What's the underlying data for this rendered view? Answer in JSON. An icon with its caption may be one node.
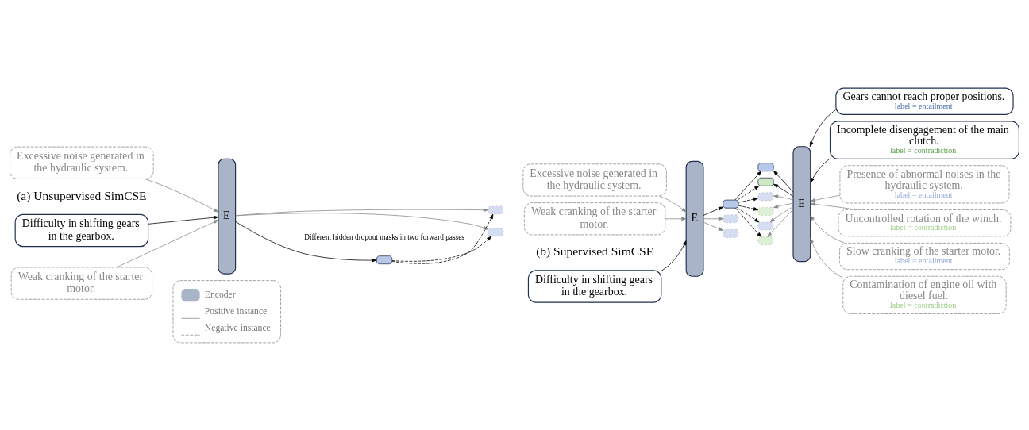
{
  "diagram": {
    "nodes": [
      {
        "text": [
          "Difficulty in shifting gears in the gearbox."
        ]
      },
      {
        "text": [
          "Excessive noise generated in the hydraulic system."
        ]
      },
      {
        "text": [
          "Weak cranking of the starter motor."
        ]
      },
      {
        "text": [
          "E"
        ]
      },
      {
        "text": [],
        "shape": "box"
      },
      {
        "text": [],
        "shape": "box"
      },
      {
        "text": [],
        "shape": "box"
      },
      {
        "text": [
          "Difficulty in shifting gears in the gearbox."
        ]
      },
      {
        "text": [
          "Excessive noise generated in the hydraulic system."
        ]
      },
      {
        "text": [
          "Weak cranking of the starter motor."
        ]
      },
      {
        "text": [
          "E"
        ]
      },
      {
        "text": [],
        "shape": "box"
      },
      {
        "text": [],
        "shape": "box"
      },
      {
        "text": [],
        "shape": "box"
      },
      {
        "text": [],
        "shape": "box"
      },
      {
        "text": [],
        "shape": "box"
      },
      {
        "text": [],
        "shape": "box"
      },
      {
        "text": [],
        "shape": "box"
      },
      {
        "text": [],
        "shape": "box"
      },
      {
        "text": [],
        "shape": "box"
      },
      {
        "text": [
          "E"
        ]
      },
      {
        "text": [
          "Gears cannot reach proper positions.",
          "label = entailment"
        ]
      },
      {
        "text": [
          "Incomplete disengagement of the main clutch.",
          "label = contradiction"
        ]
      },
      {
        "text": [
          "Presence of abnormal noises in the hydraulic system.",
          "label = entailment"
        ]
      },
      {
        "text": [
          "Uncontrolled rotation of the winch.",
          "label = contradiction"
        ]
      },
      {
        "text": [
          "Slow cranking of the starter motor.",
          "label = entailment"
        ]
      },
      {
        "text": [
          "Contamination of engine oil with diesel fuel.",
          "label = contradiction"
        ]
      }
    ],
    "edges": [
      {
        "from": 0,
        "to": 3,
        "arrow": "to"
      },
      {
        "from": 1,
        "to": 3,
        "arrow": "to",
        "color": "#888888"
      },
      {
        "from": 2,
        "to": 3,
        "arrow": "to",
        "color": "#888888"
      },
      {
        "from": 3,
        "to": 4,
        "arrow": "to"
      },
      {
        "from": 3,
        "to": 5,
        "arrow": "to",
        "color": "#888888"
      },
      {
        "from": 3,
        "to": 6,
        "arrow": "to",
        "color": "#888888"
      },
      {
        "from": 4,
        "to": 5,
        "arrow": "to",
        "style": "dashed"
      },
      {
        "from": 4,
        "to": 6,
        "arrow": "to",
        "style": "dashed"
      },
      {
        "from": 7,
        "to": 10,
        "arrow": "to"
      },
      {
        "from": 8,
        "to": 10,
        "arrow": "to",
        "color": "#888888"
      },
      {
        "from": 9,
        "to": 10,
        "arrow": "to",
        "color": "#888888"
      },
      {
        "from": 10,
        "to": 11,
        "arrow": "to"
      },
      {
        "from": 10,
        "to": 12,
        "arrow": "to",
        "color": "#888888"
      },
      {
        "from": 10,
        "to": 13,
        "arrow": "to",
        "color": "#888888"
      },
      {
        "from": 11,
        "to": 14,
        "arrow": "to"
      },
      {
        "from": 11,
        "to": 15,
        "arrow": "to",
        "style": "dashed"
      },
      {
        "from": 11,
        "to": 16,
        "arrow": "to",
        "style": "dashed"
      },
      {
        "from": 11,
        "to": 17,
        "arrow": "to",
        "style": "dashed"
      },
      {
        "from": 11,
        "to": 18,
        "arrow": "to",
        "style": "dashed"
      },
      {
        "from": 11,
        "to": 19,
        "arrow": "to",
        "style": "dashed"
      },
      {
        "from": 20,
        "to": 14,
        "arrow": "to"
      },
      {
        "from": 20,
        "to": 15,
        "arrow": "to"
      },
      {
        "from": 20,
        "to": 16,
        "arrow": "to",
        "color": "#888888"
      },
      {
        "from": 20,
        "to": 17,
        "arrow": "to",
        "color": "#888888"
      },
      {
        "from": 20,
        "to": 18,
        "arrow": "to",
        "color": "#888888"
      },
      {
        "from": 20,
        "to": 19,
        "arrow": "to",
        "color": "#888888"
      },
      {
        "from": 21,
        "to": 20,
        "arrow": "to"
      },
      {
        "from": 22,
        "to": 20,
        "arrow": "to"
      },
      {
        "from": 23,
        "to": 20,
        "arrow": "to",
        "color": "#888888"
      },
      {
        "from": 24,
        "to": 20,
        "arrow": "to",
        "color": "#888888"
      },
      {
        "from": 25,
        "to": 20,
        "arrow": "to",
        "color": "#888888"
      },
      {
        "from": 26,
        "to": 20,
        "arrow": "to",
        "color": "#888888"
      }
    ],
    "labels": [
      "(a) Unsupervised SimCSE",
      "(b) Supervised SimCSE",
      "Different hidden dropout masks in two forward passes"
    ],
    "legend": [
      {
        "text": "Encoder"
      },
      {
        "text": "Positive instance"
      },
      {
        "text": "Negative instance"
      }
    ]
  }
}
